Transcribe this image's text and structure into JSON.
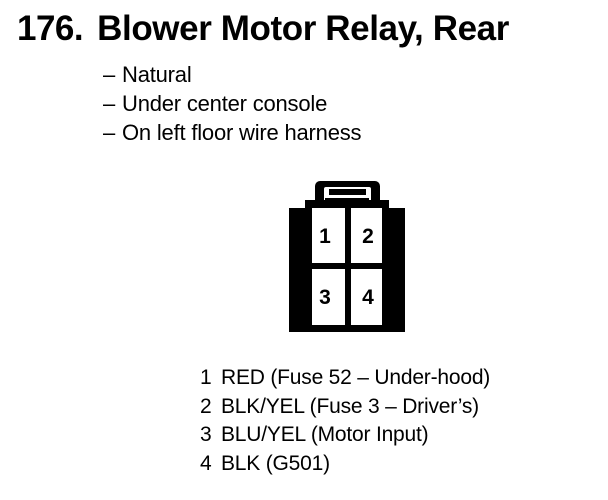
{
  "page": {
    "background_color": "#ffffff",
    "ink_color": "#000000"
  },
  "header": {
    "item_number": "176.",
    "title": "Blower Motor Relay, Rear"
  },
  "notes": {
    "dash": "–",
    "items": [
      {
        "text": "Natural"
      },
      {
        "text": "Under center console"
      },
      {
        "text": "On left floor wire harness"
      }
    ]
  },
  "connector": {
    "name": "4-pin relay connector",
    "locking_tab": "top-latch",
    "pins": [
      {
        "number": "1",
        "position": "top-left"
      },
      {
        "number": "2",
        "position": "top-right"
      },
      {
        "number": "3",
        "position": "bottom-left"
      },
      {
        "number": "4",
        "position": "bottom-right"
      }
    ]
  },
  "pin_list": [
    {
      "number": "1",
      "description": "RED (Fuse 52 – Under-hood)"
    },
    {
      "number": "2",
      "description": "BLK/YEL (Fuse 3 – Driver’s)"
    },
    {
      "number": "3",
      "description": "BLU/YEL (Motor Input)"
    },
    {
      "number": "4",
      "description": "BLK (G501)"
    }
  ]
}
